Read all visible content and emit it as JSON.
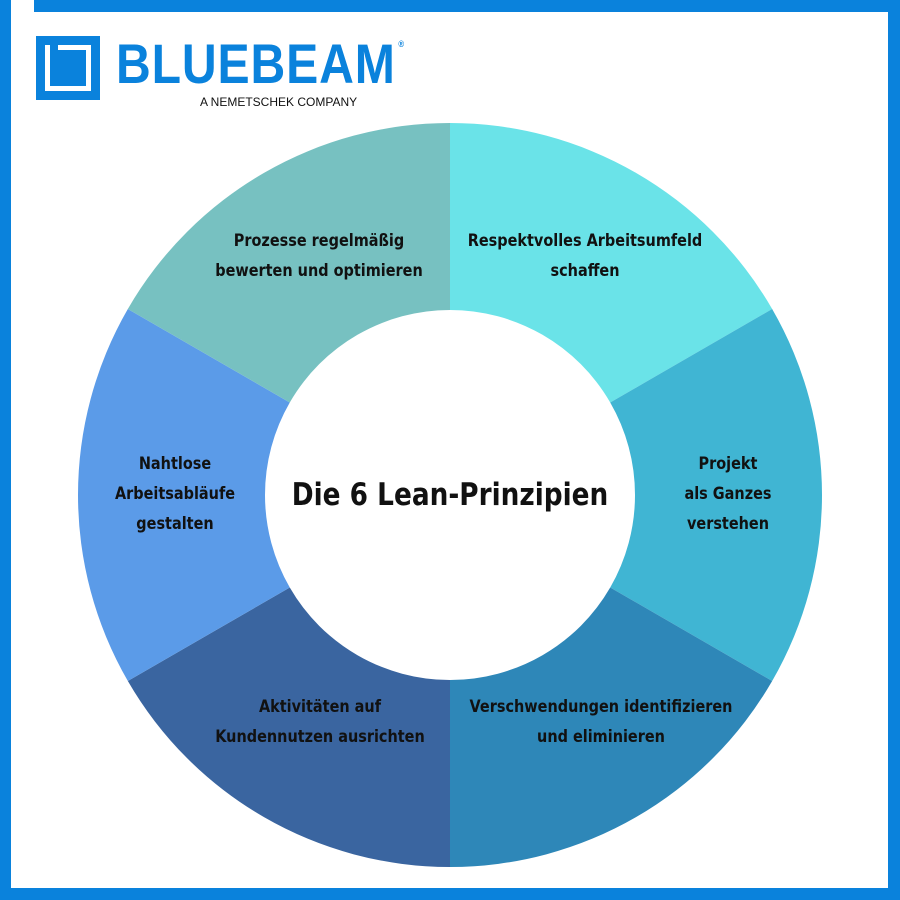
{
  "brand": {
    "name": "BLUEBEAM",
    "registered": "®",
    "tagline": "A NEMETSCHEK COMPANY",
    "color": "#0a82dc"
  },
  "diagram": {
    "title": "Die 6 Lean-Prinzipien",
    "segments": [
      {
        "label_lines": [
          "Respektvolles Arbeitsumfeld",
          "schaffen"
        ],
        "color": "#6ae3e8"
      },
      {
        "label_lines": [
          "Projekt",
          "als Ganzes",
          "verstehen"
        ],
        "color": "#40b5d3"
      },
      {
        "label_lines": [
          "Verschwendungen identifizieren",
          "und eliminieren"
        ],
        "color": "#2e87b8"
      },
      {
        "label_lines": [
          "Aktivitäten auf",
          "Kundennutzen ausrichten"
        ],
        "color": "#3a65a0"
      },
      {
        "label_lines": [
          "Nahtlose",
          "Arbeitsabläufe",
          "gestalten"
        ],
        "color": "#5b9be8"
      },
      {
        "label_lines": [
          "Prozesse regelmäßig",
          "bewerten und optimieren"
        ],
        "color": "#77c1c1"
      }
    ]
  }
}
